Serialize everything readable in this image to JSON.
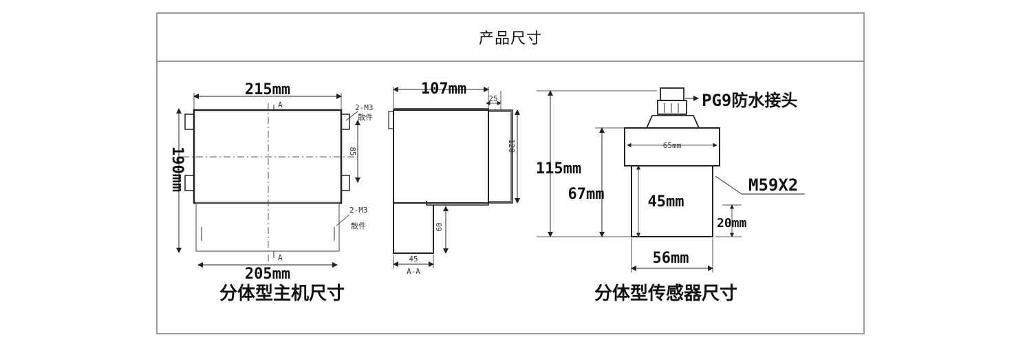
{
  "header": {
    "title": "产品尺寸"
  },
  "host": {
    "caption": "分体型主机尺寸",
    "width_top": "215mm",
    "width_bottom": "205mm",
    "height": "190mm",
    "section_mark": "A",
    "screw_label_1": "2-M3",
    "screw_sub_1": "散件",
    "screw_label_2": "2-M3",
    "screw_sub_2": "散件",
    "hole_spacing": "85"
  },
  "side": {
    "depth": "107mm",
    "top_step": "25",
    "right_height": "120",
    "lower_height": "60",
    "bottom_width": "45",
    "section_label": "A-A"
  },
  "sensor": {
    "caption": "分体型传感器尺寸",
    "connector": "PG9防水接头",
    "total_height": "115mm",
    "body_height": "67mm",
    "lower_height": "45mm",
    "flange_width": "65mm",
    "thread": "M59X2",
    "thread_length": "20mm",
    "base_width": "56mm"
  }
}
